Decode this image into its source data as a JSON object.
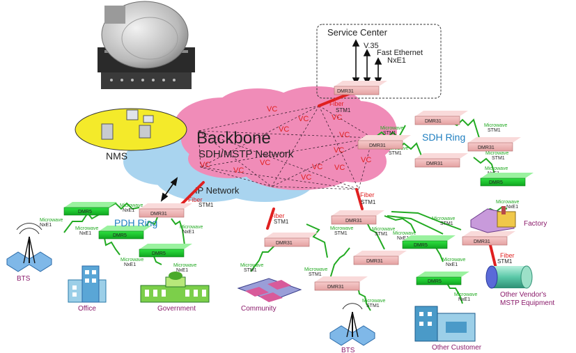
{
  "colors": {
    "cloud_pink": "#f08cb8",
    "cloud_blue": "#a9d4ef",
    "fiber": "#e02020",
    "microwave": "#22aa22",
    "dmr31": "#f2b8b8",
    "dmr5": "#1fcc2f",
    "vc_label": "#e02020",
    "ring_label": "#1f7fc0",
    "site_label": "#8a1a6a"
  },
  "service_center": {
    "title": "Service Center",
    "v35": "V.35",
    "fast_ethernet": "Fast Ethernet",
    "nxe1": "NxE1"
  },
  "backbone": {
    "title": "Backbone",
    "subtitle": "SDH/MSTP Network",
    "vc": "VC"
  },
  "ip_network": "IP Network",
  "nms": "NMS",
  "sdh_ring": "SDH Ring",
  "pdh_ring": "PDH Ring",
  "devices": {
    "dmr31": "DMR31",
    "dmr5": "DMR5"
  },
  "link": {
    "fiber": "Fiber",
    "microwave": "Microwave",
    "stm1": "STM1",
    "nxe1": "NxE1"
  },
  "sites": {
    "bts": "BTS",
    "office": "Office",
    "government": "Government",
    "community": "Community",
    "factory": "Factory",
    "other_customer": "Other Customer",
    "other_vendor_line1": "Other Vendor's",
    "other_vendor_line2": "MSTP Equipment"
  }
}
